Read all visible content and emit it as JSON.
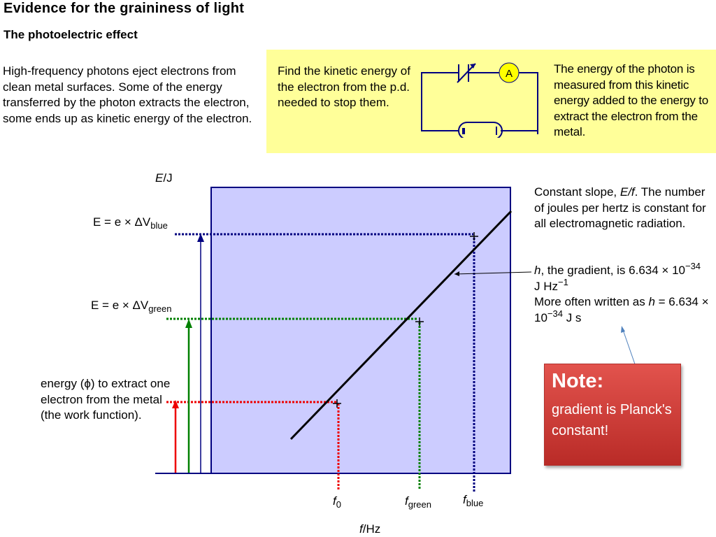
{
  "title": "Evidence for the graininess of light",
  "subtitle": "The photoelectric effect",
  "intro": "High-frequency photons eject electrons from clean metal surfaces. Some of the energy transferred by the photon extracts the electron, some ends up as kinetic energy of the electron.",
  "yellow_box": {
    "left_text": "Find the kinetic energy of the electron from the p.d. needed to stop them.",
    "right_text": "The energy of the photon is measured from this kinetic energy added to the energy to extract the electron from the metal.",
    "ammeter_label": "A"
  },
  "graph": {
    "y_axis_label": {
      "var": "E",
      "unit": "/J"
    },
    "x_axis_label": {
      "var": "f",
      "unit": "/Hz"
    },
    "e_blue": {
      "prefix": "E = e × ΔV",
      "sub": "blue"
    },
    "e_green": {
      "prefix": "E = e × ΔV",
      "sub": "green"
    },
    "work_function": "energy (ϕ) to extract one electron from the metal (the work function).",
    "f0": {
      "var": "f",
      "sub": "0"
    },
    "fgreen": {
      "var": "f",
      "sub": "green"
    },
    "fblue": {
      "var": "f",
      "sub": "blue"
    },
    "colors": {
      "plot_bg": "#ccccff",
      "axis": "#000080",
      "red": "#ee0000",
      "green": "#008000",
      "blue": "#000080",
      "line": "#000000"
    }
  },
  "side_notes": {
    "slope_a": "Constant slope, ",
    "slope_var": "E/f",
    "slope_b": ". The number of joules per hertz is constant for all electromagnetic radiation.",
    "h_var": "h",
    "h_text1": ", the gradient, is 6.634 × 10",
    "h_exp1": "−34",
    "h_text2": " J Hz",
    "h_exp2": "−1",
    "h_text3": "More often written as ",
    "h_var2": "h",
    "h_text4": " = 6.634 × 10",
    "h_exp3": "−34",
    "h_text5": " J s"
  },
  "note": {
    "title": "Note:",
    "body": "gradient is Planck's constant!"
  }
}
